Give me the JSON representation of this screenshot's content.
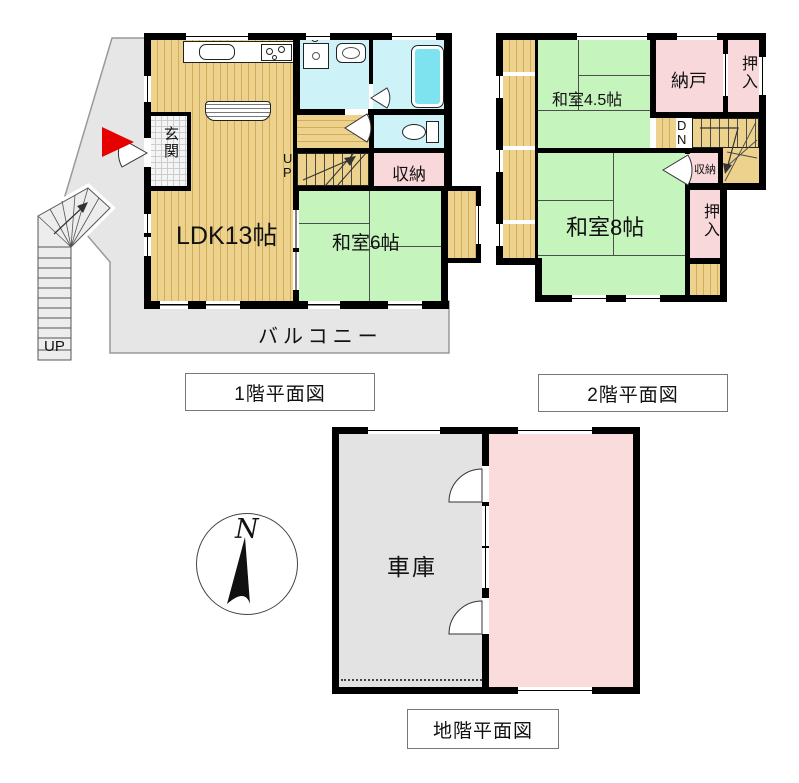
{
  "floor1": {
    "caption": "1階平面図",
    "rooms": {
      "genkan": "玄関",
      "ldk": "LDK13帖",
      "washitsu6": "和室6帖",
      "shuno": "収納",
      "balcony": "バルコニー"
    },
    "stairs_up_label": "UP",
    "exterior_stairs_label": "UP"
  },
  "floor2": {
    "caption": "2階平面図",
    "rooms": {
      "washitsu45": "和室4.5帖",
      "nando": "納戸",
      "oshiire_top": "押入",
      "shuno": "収納",
      "washitsu8": "和室8帖",
      "oshiire_side": "押入"
    },
    "stairs_down_label": "DN"
  },
  "basement": {
    "caption": "地階平面図",
    "rooms": {
      "garage": "車庫"
    }
  },
  "compass": {
    "north": "N"
  },
  "colors": {
    "wood": "#ecd28c",
    "tatami_green": "#c6f4bd",
    "water_cyan": "#cdf3f8",
    "bathtub_cyan": "#7fe3ef",
    "closet_pink": "#f8d8da",
    "basement_pink": "#fadcdc",
    "garage_gray": "#e3e3e3",
    "ground_gray": "#e6e6e6",
    "wall_black": "#000000",
    "arrow_red": "#e60000"
  }
}
